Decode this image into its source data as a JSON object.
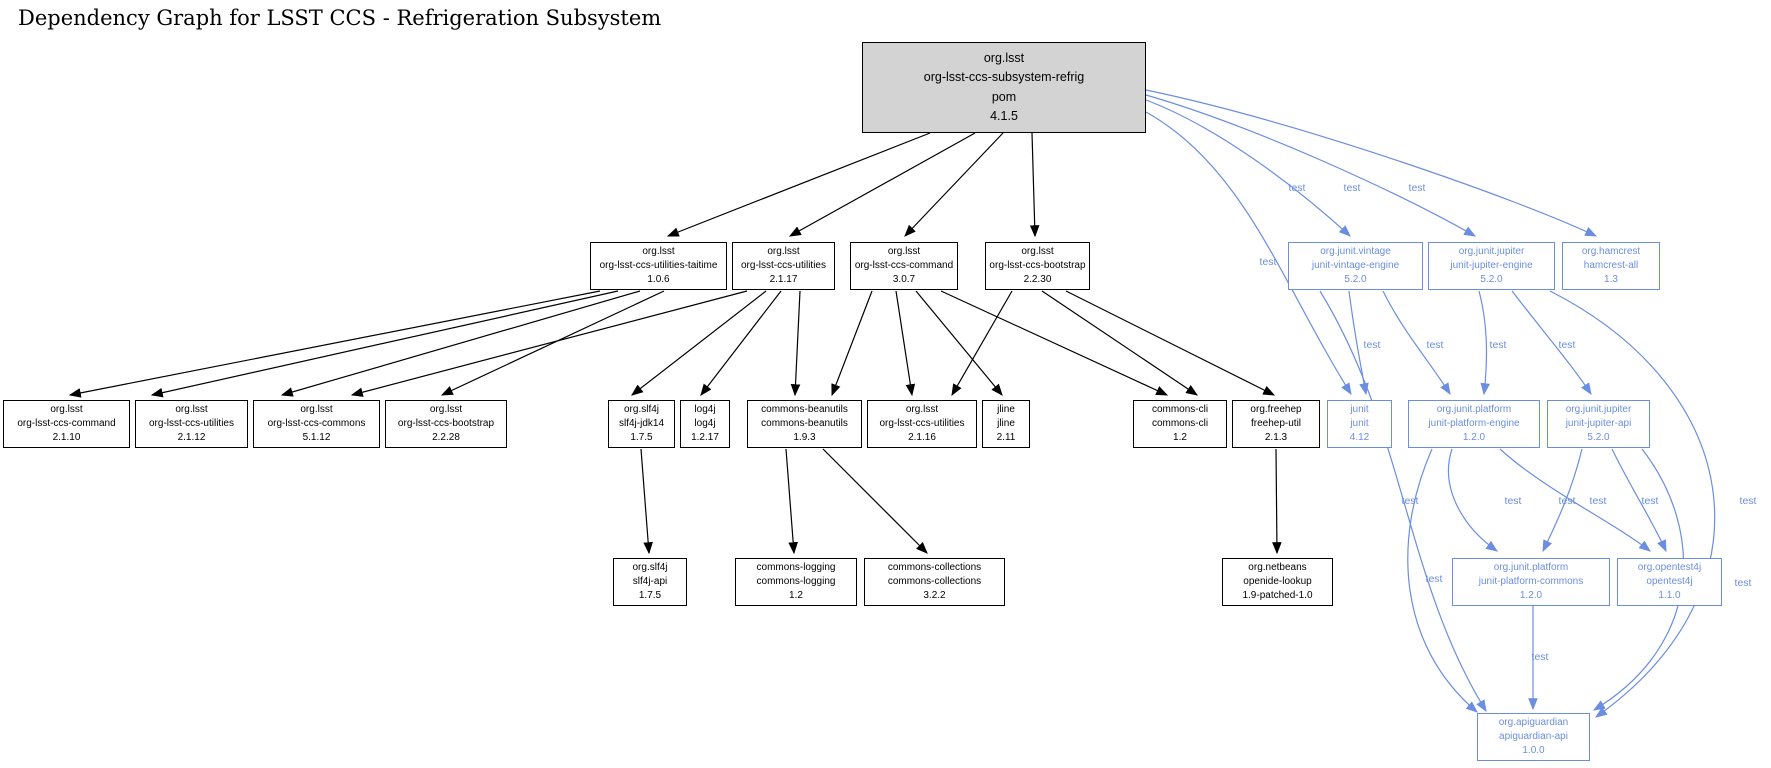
{
  "title": "Dependency Graph for LSST CCS - Refrigeration Subsystem",
  "edge_label": "test",
  "colors": {
    "accent_blue": "#6c8ee0",
    "root_fill": "#d3d3d3",
    "node_fill": "#ffffff",
    "node_border": "#000000"
  },
  "nodes": {
    "root": {
      "l1": "org.lsst",
      "l2": "org-lsst-ccs-subsystem-refrig",
      "l3": "pom",
      "l4": "4.1.5"
    },
    "taitime": {
      "l1": "org.lsst",
      "l2": "org-lsst-ccs-utilities-taitime",
      "l3": "1.0.6"
    },
    "utilities_2_1_17": {
      "l1": "org.lsst",
      "l2": "org-lsst-ccs-utilities",
      "l3": "2.1.17"
    },
    "command_3_0_7": {
      "l1": "org.lsst",
      "l2": "org-lsst-ccs-command",
      "l3": "3.0.7"
    },
    "bootstrap_2_2_30": {
      "l1": "org.lsst",
      "l2": "org-lsst-ccs-bootstrap",
      "l3": "2.2.30"
    },
    "vintage_engine": {
      "l1": "org.junit.vintage",
      "l2": "junit-vintage-engine",
      "l3": "5.2.0"
    },
    "jupiter_engine": {
      "l1": "org.junit.jupiter",
      "l2": "junit-jupiter-engine",
      "l3": "5.2.0"
    },
    "hamcrest_all": {
      "l1": "org.hamcrest",
      "l2": "hamcrest-all",
      "l3": "1.3"
    },
    "command_2_1_10": {
      "l1": "org.lsst",
      "l2": "org-lsst-ccs-command",
      "l3": "2.1.10"
    },
    "utilities_2_1_12": {
      "l1": "org.lsst",
      "l2": "org-lsst-ccs-utilities",
      "l3": "2.1.12"
    },
    "ccs_commons_5_1_12": {
      "l1": "org.lsst",
      "l2": "org-lsst-ccs-commons",
      "l3": "5.1.12"
    },
    "bootstrap_2_2_28": {
      "l1": "org.lsst",
      "l2": "org-lsst-ccs-bootstrap",
      "l3": "2.2.28"
    },
    "slf4j_jdk14": {
      "l1": "org.slf4j",
      "l2": "slf4j-jdk14",
      "l3": "1.7.5"
    },
    "log4j": {
      "l1": "log4j",
      "l2": "log4j",
      "l3": "1.2.17"
    },
    "commons_beanutils": {
      "l1": "commons-beanutils",
      "l2": "commons-beanutils",
      "l3": "1.9.3"
    },
    "utilities_2_1_16": {
      "l1": "org.lsst",
      "l2": "org-lsst-ccs-utilities",
      "l3": "2.1.16"
    },
    "jline": {
      "l1": "jline",
      "l2": "jline",
      "l3": "2.11"
    },
    "commons_cli": {
      "l1": "commons-cli",
      "l2": "commons-cli",
      "l3": "1.2"
    },
    "freehep_util": {
      "l1": "org.freehep",
      "l2": "freehep-util",
      "l3": "2.1.3"
    },
    "junit": {
      "l1": "junit",
      "l2": "junit",
      "l3": "4.12"
    },
    "platform_engine": {
      "l1": "org.junit.platform",
      "l2": "junit-platform-engine",
      "l3": "1.2.0"
    },
    "jupiter_api": {
      "l1": "org.junit.jupiter",
      "l2": "junit-jupiter-api",
      "l3": "5.2.0"
    },
    "slf4j_api": {
      "l1": "org.slf4j",
      "l2": "slf4j-api",
      "l3": "1.7.5"
    },
    "commons_logging": {
      "l1": "commons-logging",
      "l2": "commons-logging",
      "l3": "1.2"
    },
    "commons_collections": {
      "l1": "commons-collections",
      "l2": "commons-collections",
      "l3": "3.2.2"
    },
    "openide_lookup": {
      "l1": "org.netbeans",
      "l2": "openide-lookup",
      "l3": "1.9-patched-1.0"
    },
    "platform_commons": {
      "l1": "org.junit.platform",
      "l2": "junit-platform-commons",
      "l3": "1.2.0"
    },
    "opentest4j": {
      "l1": "org.opentest4j",
      "l2": "opentest4j",
      "l3": "1.1.0"
    },
    "apiguardian": {
      "l1": "org.apiguardian",
      "l2": "apiguardian-api",
      "l3": "1.0.0"
    }
  }
}
